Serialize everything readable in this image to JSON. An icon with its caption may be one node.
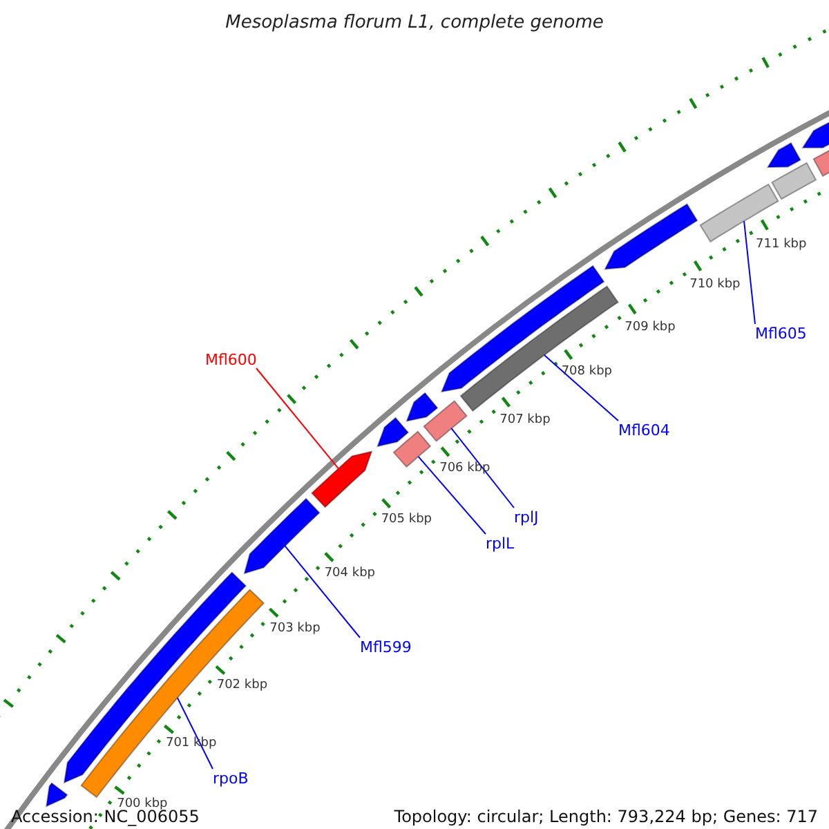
{
  "diagram": {
    "title": "Mesoplasma florum L1, complete genome",
    "nodes": [
      {
        "text": [
          "Mfl605"
        ]
      },
      {
        "text": [
          "Mfl600"
        ]
      },
      {
        "text": [
          "Mfl604"
        ]
      },
      {
        "text": [
          "rplJ"
        ]
      },
      {
        "text": [
          "rplL"
        ]
      },
      {
        "text": [
          "Mfl599"
        ]
      },
      {
        "text": [
          "rpoB"
        ]
      },
      {
        "text": [],
        "shape": "arrow"
      },
      {
        "text": [],
        "shape": "bar"
      },
      {
        "text": [],
        "shape": "arrow"
      },
      {
        "text": [],
        "shape": "arrow"
      },
      {
        "text": [],
        "shape": "arrow"
      },
      {
        "text": [],
        "shape": "arrow"
      },
      {
        "text": [],
        "shape": "bar"
      },
      {
        "text": [],
        "shape": "arrow"
      },
      {
        "text": [],
        "shape": "bar"
      },
      {
        "text": [],
        "shape": "arrow"
      },
      {
        "text": [],
        "shape": "bar"
      },
      {
        "text": [],
        "shape": "arrow"
      },
      {
        "text": [],
        "shape": "bar"
      },
      {
        "text": [],
        "shape": "arrow"
      },
      {
        "text": [],
        "shape": "bar"
      },
      {
        "text": [],
        "shape": "arrow"
      },
      {
        "text": [],
        "shape": "bar"
      }
    ],
    "edges": [
      {
        "from": 0,
        "to": 19,
        "arrow": "none"
      },
      {
        "from": 1,
        "to": 11,
        "arrow": "none",
        "color": "#ff0000"
      },
      {
        "from": 2,
        "to": 17,
        "arrow": "none"
      },
      {
        "from": 3,
        "to": 15,
        "arrow": "none"
      },
      {
        "from": 4,
        "to": 13,
        "arrow": "none"
      },
      {
        "from": 5,
        "to": 10,
        "arrow": "none"
      },
      {
        "from": 6,
        "to": 8,
        "arrow": "none"
      }
    ],
    "labels": [
      "711 kbp",
      "710 kbp",
      "709 kbp",
      "708 kbp",
      "707 kbp",
      "706 kbp",
      "705 kbp",
      "704 kbp",
      "703 kbp",
      "702 kbp",
      "701 kbp",
      "700 kbp",
      "Accession: NC_006055",
      "Topology: circular; Length: 793,224 bp; Genes: 717"
    ]
  }
}
